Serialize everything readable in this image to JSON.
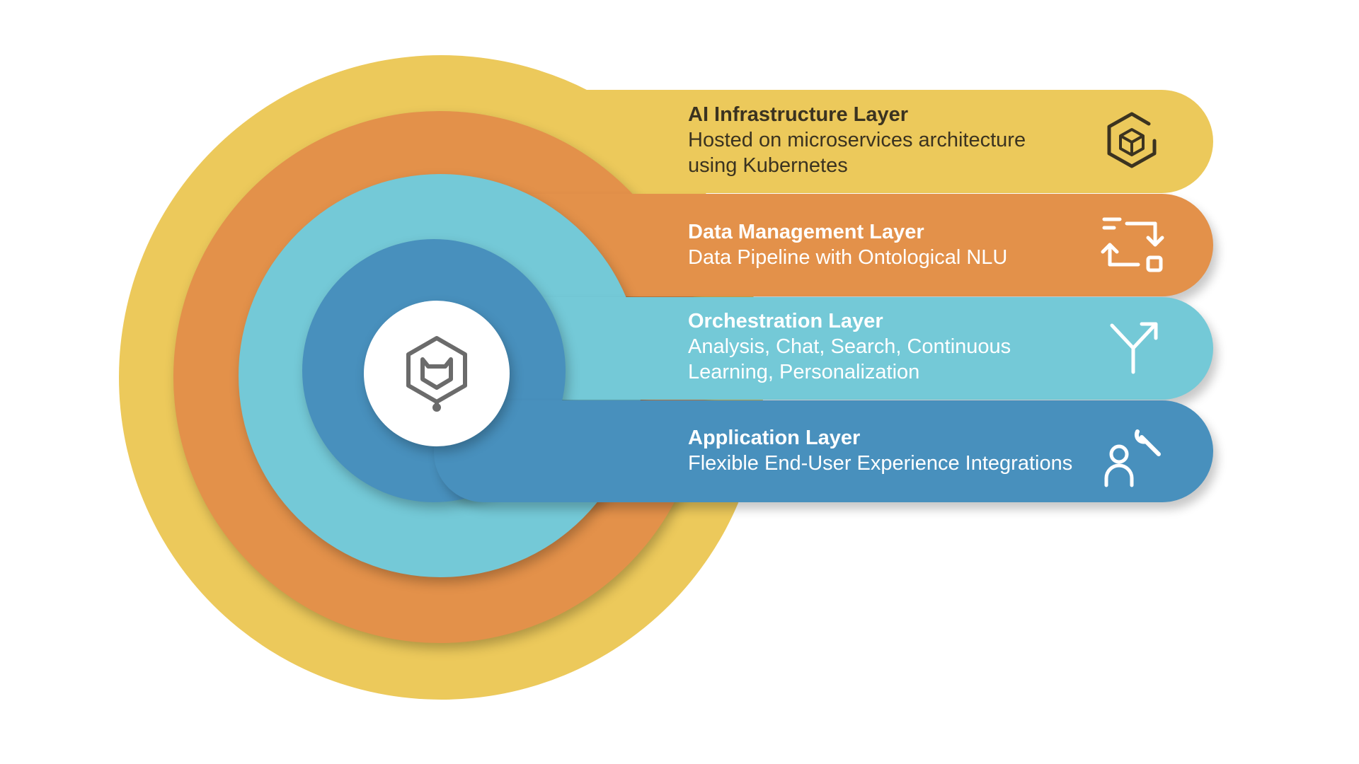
{
  "colors": {
    "yellow": "#ecc95b",
    "orange": "#e3914a",
    "light_blue": "#74c9d7",
    "blue": "#4890bd",
    "center": "#ffffff",
    "dark_text": "#3b3320",
    "white_text": "#ffffff",
    "logo_gray": "#6b6b6b"
  },
  "layers": [
    {
      "title": "AI Infrastructure Layer",
      "description": "Hosted on microservices architecture\nusing Kubernetes",
      "icon": "cube-hexagon-icon",
      "color": "#ecc95b"
    },
    {
      "title": "Data Management Layer",
      "description": "Data Pipeline with Ontological NLU",
      "icon": "data-pipeline-icon",
      "color": "#e3914a"
    },
    {
      "title": "Orchestration Layer",
      "description": "Analysis, Chat, Search, Continuous\nLearning, Personalization",
      "icon": "merge-arrows-icon",
      "color": "#74c9d7"
    },
    {
      "title": "Application Layer",
      "description": "Flexible End-User Experience Integrations",
      "icon": "user-wrench-icon",
      "color": "#4890bd"
    }
  ],
  "center_logo": {
    "icon": "hex-cat-logo-icon"
  }
}
